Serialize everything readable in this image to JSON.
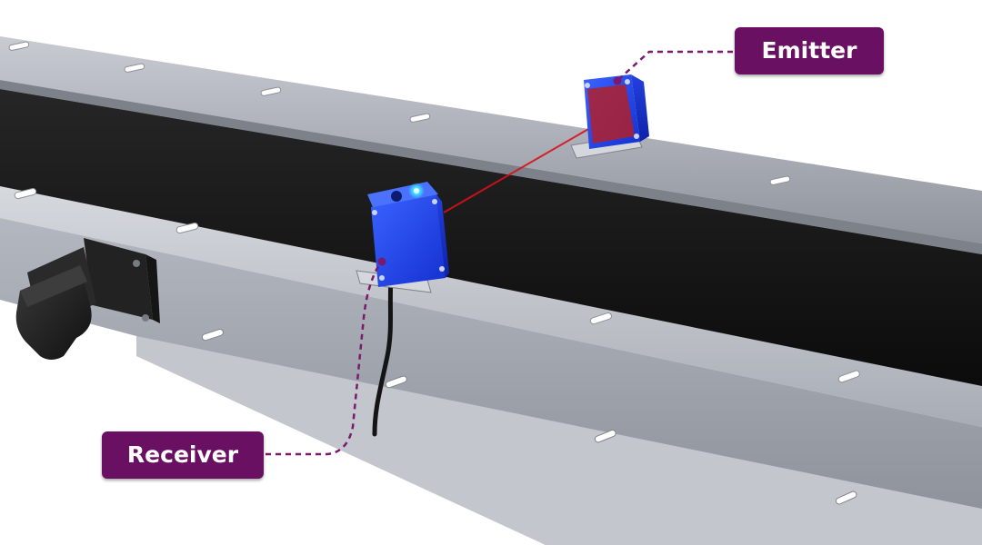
{
  "labels": {
    "emitter": "Emitter",
    "receiver": "Receiver"
  },
  "colors": {
    "callout": "#6a1062",
    "leader_line": "#7a1a6c",
    "sensor_body": "#1f3ff0",
    "laser_beam": "#d8101a",
    "belt": "#121212",
    "rail": "#9ca0aa",
    "indicator_led": "#2ee8ff"
  },
  "icons": [
    "stepper-motor",
    "photoelectric-emitter",
    "photoelectric-receiver",
    "laser-beam",
    "cable"
  ]
}
